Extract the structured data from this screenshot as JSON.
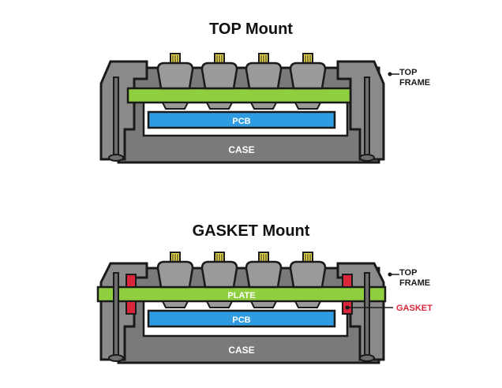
{
  "diagrams": {
    "top_mount": {
      "title": "TOP Mount",
      "labels": {
        "pcb": "PCB",
        "case": "CASE",
        "top_frame_line1": "TOP",
        "top_frame_line2": "FRAME"
      }
    },
    "gasket_mount": {
      "title": "GASKET Mount",
      "labels": {
        "plate": "PLATE",
        "pcb": "PCB",
        "case": "CASE",
        "top_frame_line1": "TOP",
        "top_frame_line2": "FRAME",
        "gasket": "GASKET"
      }
    }
  },
  "colors": {
    "case": "#7a7a7a",
    "frame": "#8a8a8a",
    "keycap": "#9a9a9a",
    "plate": "#8fce3f",
    "pcb": "#2f9be0",
    "stem": "#f2e04a",
    "gasket": "#d9263a",
    "gasket_label": "#d9263a",
    "outline": "#1a1a1a"
  }
}
